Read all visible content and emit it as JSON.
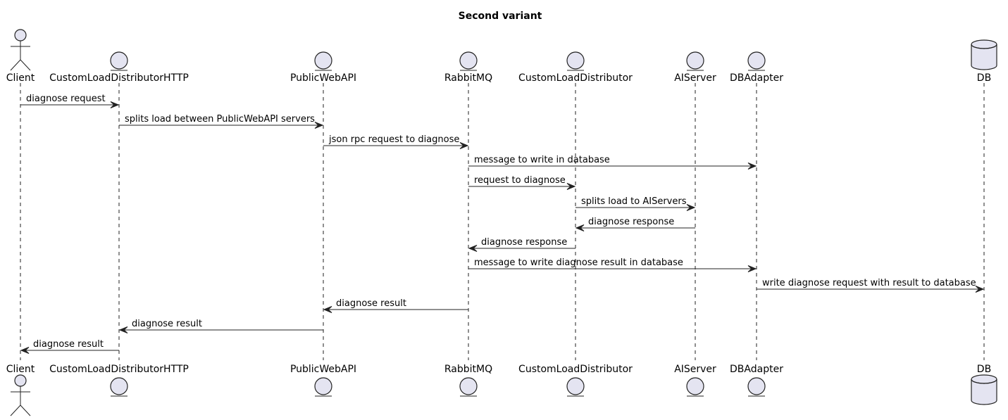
{
  "diagram": {
    "title": "Second variant",
    "participants": [
      {
        "id": "client",
        "name": "Client",
        "kind": "actor"
      },
      {
        "id": "cldhttp",
        "name": "CustomLoadDistributorHTTP",
        "kind": "entity"
      },
      {
        "id": "publicwebapi",
        "name": "PublicWebAPI",
        "kind": "entity"
      },
      {
        "id": "rabbitmq",
        "name": "RabbitMQ",
        "kind": "entity"
      },
      {
        "id": "cld",
        "name": "CustomLoadDistributor",
        "kind": "entity"
      },
      {
        "id": "aiserver",
        "name": "AIServer",
        "kind": "entity"
      },
      {
        "id": "dbadapter",
        "name": "DBAdapter",
        "kind": "entity"
      },
      {
        "id": "db",
        "name": "DB",
        "kind": "database"
      }
    ],
    "messages": [
      {
        "from": "client",
        "to": "cldhttp",
        "label": "diagnose request"
      },
      {
        "from": "cldhttp",
        "to": "publicwebapi",
        "label": "splits load between PublicWebAPI servers"
      },
      {
        "from": "publicwebapi",
        "to": "rabbitmq",
        "label": "json rpc request to diagnose"
      },
      {
        "from": "rabbitmq",
        "to": "dbadapter",
        "label": "message to write in database"
      },
      {
        "from": "rabbitmq",
        "to": "cld",
        "label": "request to diagnose"
      },
      {
        "from": "cld",
        "to": "aiserver",
        "label": "splits load to AIServers"
      },
      {
        "from": "aiserver",
        "to": "cld",
        "label": "diagnose response"
      },
      {
        "from": "cld",
        "to": "rabbitmq",
        "label": "diagnose response"
      },
      {
        "from": "rabbitmq",
        "to": "dbadapter",
        "label": "message to write diagnose result in database"
      },
      {
        "from": "dbadapter",
        "to": "db",
        "label": "write diagnose request with result to database"
      },
      {
        "from": "rabbitmq",
        "to": "publicwebapi",
        "label": "diagnose result"
      },
      {
        "from": "publicwebapi",
        "to": "cldhttp",
        "label": "diagnose result"
      },
      {
        "from": "cldhttp",
        "to": "client",
        "label": "diagnose result"
      }
    ]
  }
}
